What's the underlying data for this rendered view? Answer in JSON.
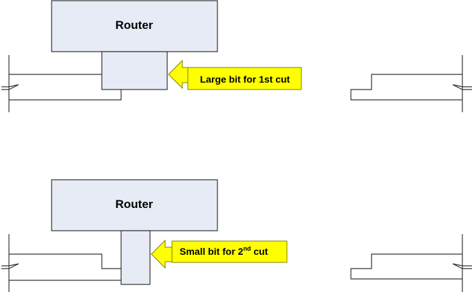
{
  "panels": [
    {
      "router_label": "Router",
      "callout": {
        "text": "Large bit for 1st cut",
        "superscript": ""
      }
    },
    {
      "router_label": "Router",
      "callout": {
        "text": "Small bit for 2",
        "superscript": "nd",
        "suffix": " cut"
      }
    }
  ],
  "colors": {
    "router_fill": "#e6ebf5",
    "bit_fill": "#e6ebf5",
    "stroke": "#333333",
    "callout_fill": "#ffff00",
    "callout_stroke": "#7f7f00",
    "arrow_fill": "#ffff00"
  }
}
